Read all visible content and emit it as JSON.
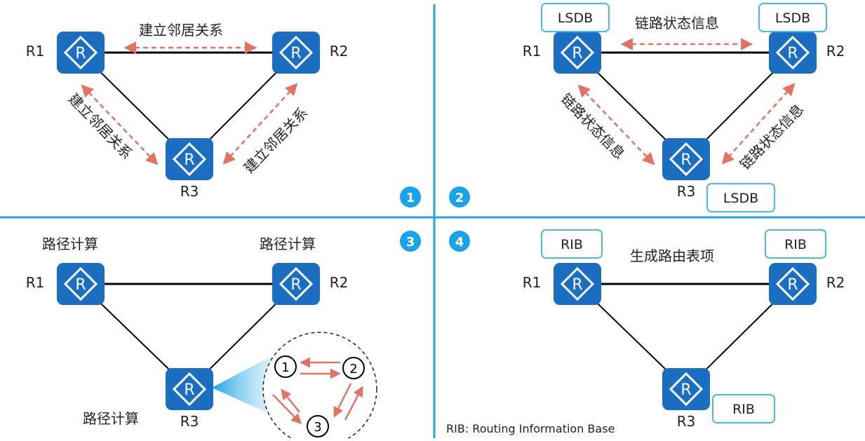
{
  "colors": {
    "router": "#1c6fc0",
    "divider": "#2e9fd6",
    "arrow": "#e07363",
    "box_border": "#4fb8df",
    "step_badge": "#1aa3e6",
    "text": "#222222"
  },
  "quadrants": {
    "q1": {
      "step": "1",
      "routers": {
        "r1": "R1",
        "r2": "R2",
        "r3": "R3"
      },
      "labels": {
        "top": "建立邻居关系",
        "left": "建立邻居关系",
        "right": "建立邻居关系"
      }
    },
    "q2": {
      "step": "2",
      "routers": {
        "r1": "R1",
        "r2": "R2",
        "r3": "R3"
      },
      "labels": {
        "top": "链路状态信息",
        "left": "链路状态信息",
        "right": "链路状态信息"
      },
      "db": {
        "r1": "LSDB",
        "r2": "LSDB",
        "r3": "LSDB"
      }
    },
    "q3": {
      "step": "3",
      "routers": {
        "r1": "R1",
        "r2": "R2",
        "r3": "R3"
      },
      "labels": {
        "r1": "路径计算",
        "r2": "路径计算",
        "r3": "路径计算"
      },
      "spf_nodes": [
        "1",
        "2",
        "3"
      ]
    },
    "q4": {
      "step": "4",
      "routers": {
        "r1": "R1",
        "r2": "R2",
        "r3": "R3"
      },
      "labels": {
        "top": "生成路由表项"
      },
      "db": {
        "r1": "RIB",
        "r2": "RIB",
        "r3": "RIB"
      },
      "footnote": "RIB: Routing Information Base"
    }
  }
}
